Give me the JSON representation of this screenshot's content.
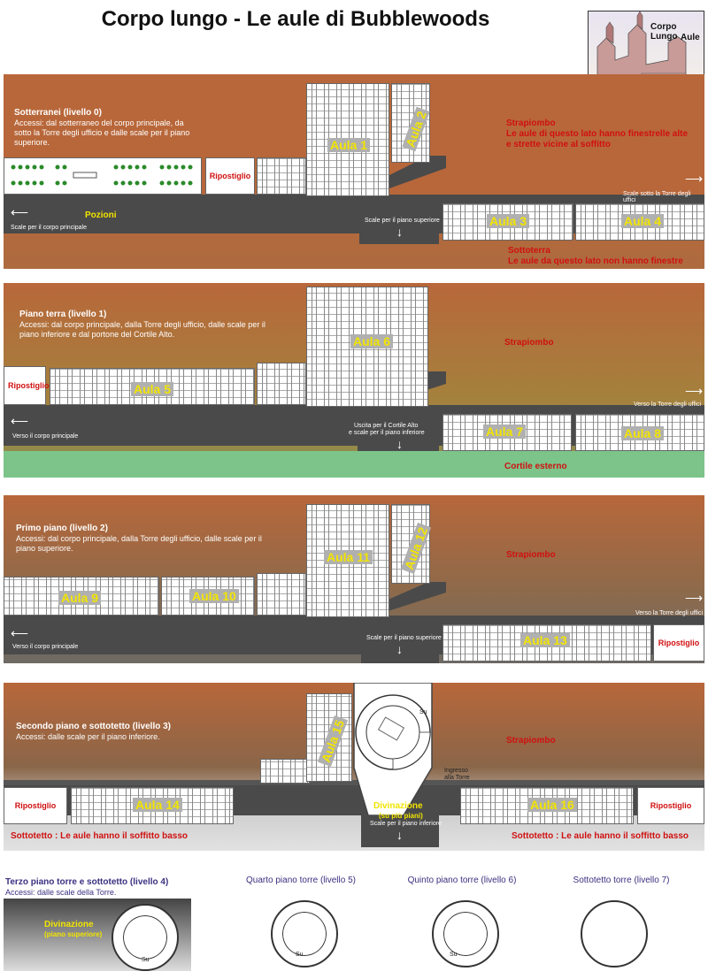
{
  "title": "Corpo lungo - Le aule di Bubblewoods",
  "thumbnail": {
    "line1": "Corpo Lungo",
    "line2": "Aule"
  },
  "levels": {
    "l0": {
      "title": "Sotterranei (livello 0)",
      "access": "Accessi:  dal sotterraneo del corpo principale, da sotto la Torre degli ufficio e dalle scale per il piano superiore.",
      "red1": "Strapiombo",
      "red2": "Le aule di questo lato hanno finestrelle alte",
      "red3": "e strette vicine al soffitto",
      "red4": "Sottoterra",
      "red5": "Le aule da questo lato non hanno finestre",
      "rooms": [
        "Aula 1",
        "Aula 2",
        "Aula 3",
        "Aula 4"
      ],
      "ripostiglio": "Ripostiglio",
      "pozioni": "Pozioni",
      "note_left": "Scale per il corpo principale",
      "note_mid": "Scale per il piano superiore",
      "note_right": "Scale sotto la Torre degli uffici"
    },
    "l1": {
      "title": "Piano terra (livello 1)",
      "access": "Accessi:  dal corpo principale, dalla Torre degli ufficio, dalle scale per il piano inferiore e dal portone del Cortile Alto.",
      "red1": "Strapiombo",
      "ground": "Cortile esterno",
      "ripostiglio": "Ripostiglio",
      "rooms": [
        "Aula 5",
        "Aula 6",
        "Aula 7",
        "Aula 8"
      ],
      "note_left": "Verso il corpo principale",
      "note_mid1": "Uscita per il Cortile Alto",
      "note_mid2": "e scale per il piano inferiore",
      "note_right": "Verso la Torre degli uffici"
    },
    "l2": {
      "title": "Primo piano (livello 2)",
      "access": "Accessi:  dal corpo principale, dalla Torre degli ufficio, dalle scale per il piano superiore.",
      "red1": "Strapiombo",
      "ripostiglio": "Ripostiglio",
      "rooms": [
        "Aula 9",
        "Aula 10",
        "Aula 11",
        "Aula 12",
        "Aula 13"
      ],
      "note_left": "Verso il corpo principale",
      "note_mid": "Scale per il piano superiore",
      "note_right": "Verso la Torre degli uffici"
    },
    "l3": {
      "title": "Secondo piano e sottotetto (livello 3)",
      "access": "Accessi:  dalle scale per il piano inferiore.",
      "red1": "Strapiombo",
      "ripostiglio": "Ripostiglio",
      "rooms": [
        "Aula 14",
        "Aula 15",
        "Aula 16"
      ],
      "div1": "Divinazione",
      "div2": "(su più piani)",
      "su": "Su",
      "ingresso1": "Ingresso",
      "ingresso2": "alla Torre",
      "sott_left": "Sottotetto : Le aule hanno il soffitto basso",
      "sott_right": "Sottotetto : Le aule hanno il soffitto basso",
      "note_mid": "Scale per il piano inferiore"
    },
    "l4": {
      "title": "Terzo piano torre e sottotetto (livello 4)",
      "access": "Accessi:  dalle scale della Torre.",
      "div1": "Divinazione",
      "div2": "(piano superiore)",
      "su": "Su"
    },
    "l5": {
      "title": "Quarto piano torre (livello 5)",
      "su": "Su"
    },
    "l6": {
      "title": "Quinto piano torre (livello 6)",
      "su": "Su"
    },
    "l7": {
      "title": "Sottotetto torre (livello 7)"
    }
  },
  "colors": {
    "earth": "#b8673a",
    "corridor": "#4a4a4a",
    "aula_label": "#f2e400",
    "red": "#d01010",
    "grass": "#7cc48a"
  }
}
